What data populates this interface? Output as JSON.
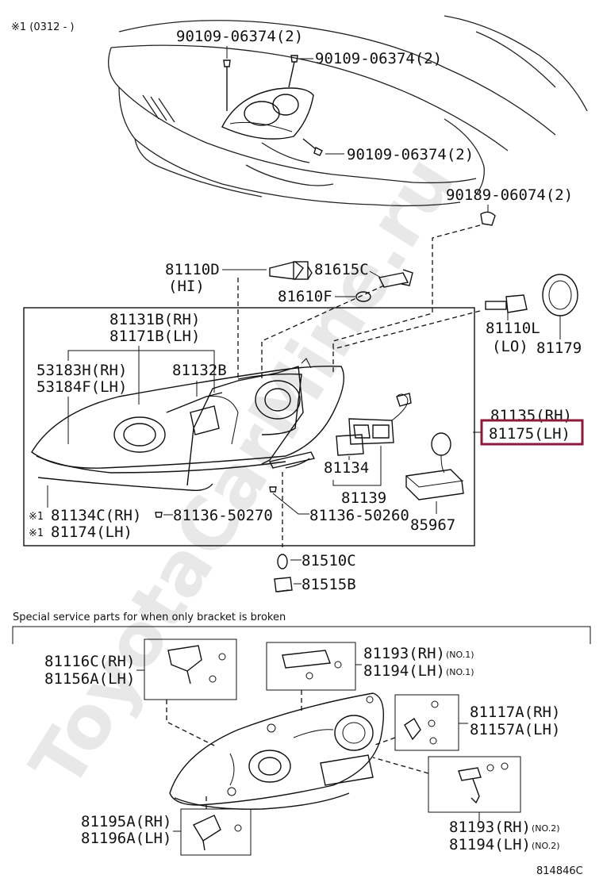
{
  "header_note": "※1 (0312 -  )",
  "watermark": "ToyotaCarMine.ru",
  "highlight_color": "#8b1a3b",
  "labels": {
    "screw_a": "90109-06374(2)",
    "screw_b": "90109-06374(2)",
    "screw_c": "90109-06374(2)",
    "clip": "90189-06074(2)",
    "bulb_hi": "81110D",
    "bulb_hi_note": "(HI)",
    "socket_c": "81615C",
    "bulb_f": "81610F",
    "bulb_lo": "81110L",
    "bulb_lo_note": "(LO)",
    "cap": "81179",
    "unit_rh": "81131B(RH)",
    "unit_lh": "81171B(LH)",
    "bracket_rh": "53183H(RH)",
    "bracket_lh": "53184F(LH)",
    "lens": "81132B",
    "side_rh": "81135(RH)",
    "side_lh": "81175(LH)",
    "part_134": "81134",
    "part_139": "81139",
    "part_967": "85967",
    "cover_rh": "81134C(RH)",
    "cover_lh": "81174(LH)",
    "cover_mark": "※1",
    "screw_270": "81136-50270",
    "screw_260": "81136-50260",
    "bulb_510": "81510C",
    "socket_515": "81515B"
  },
  "service_section": {
    "title": "Special service parts for when only bracket is broken",
    "labels": {
      "b116_rh": "81116C(RH)",
      "b156_lh": "81156A(LH)",
      "b193_rh": "81193(RH)",
      "b194_lh": "81194(LH)",
      "no1": "(NO.1)",
      "b117_rh": "81117A(RH)",
      "b157_lh": "81157A(LH)",
      "b195_rh": "81195A(RH)",
      "b196_lh": "81196A(LH)",
      "b193b_rh": "81193(RH)",
      "b194b_lh": "81194(LH)",
      "no2": "(NO.2)"
    }
  },
  "diagram_code": "814846C"
}
